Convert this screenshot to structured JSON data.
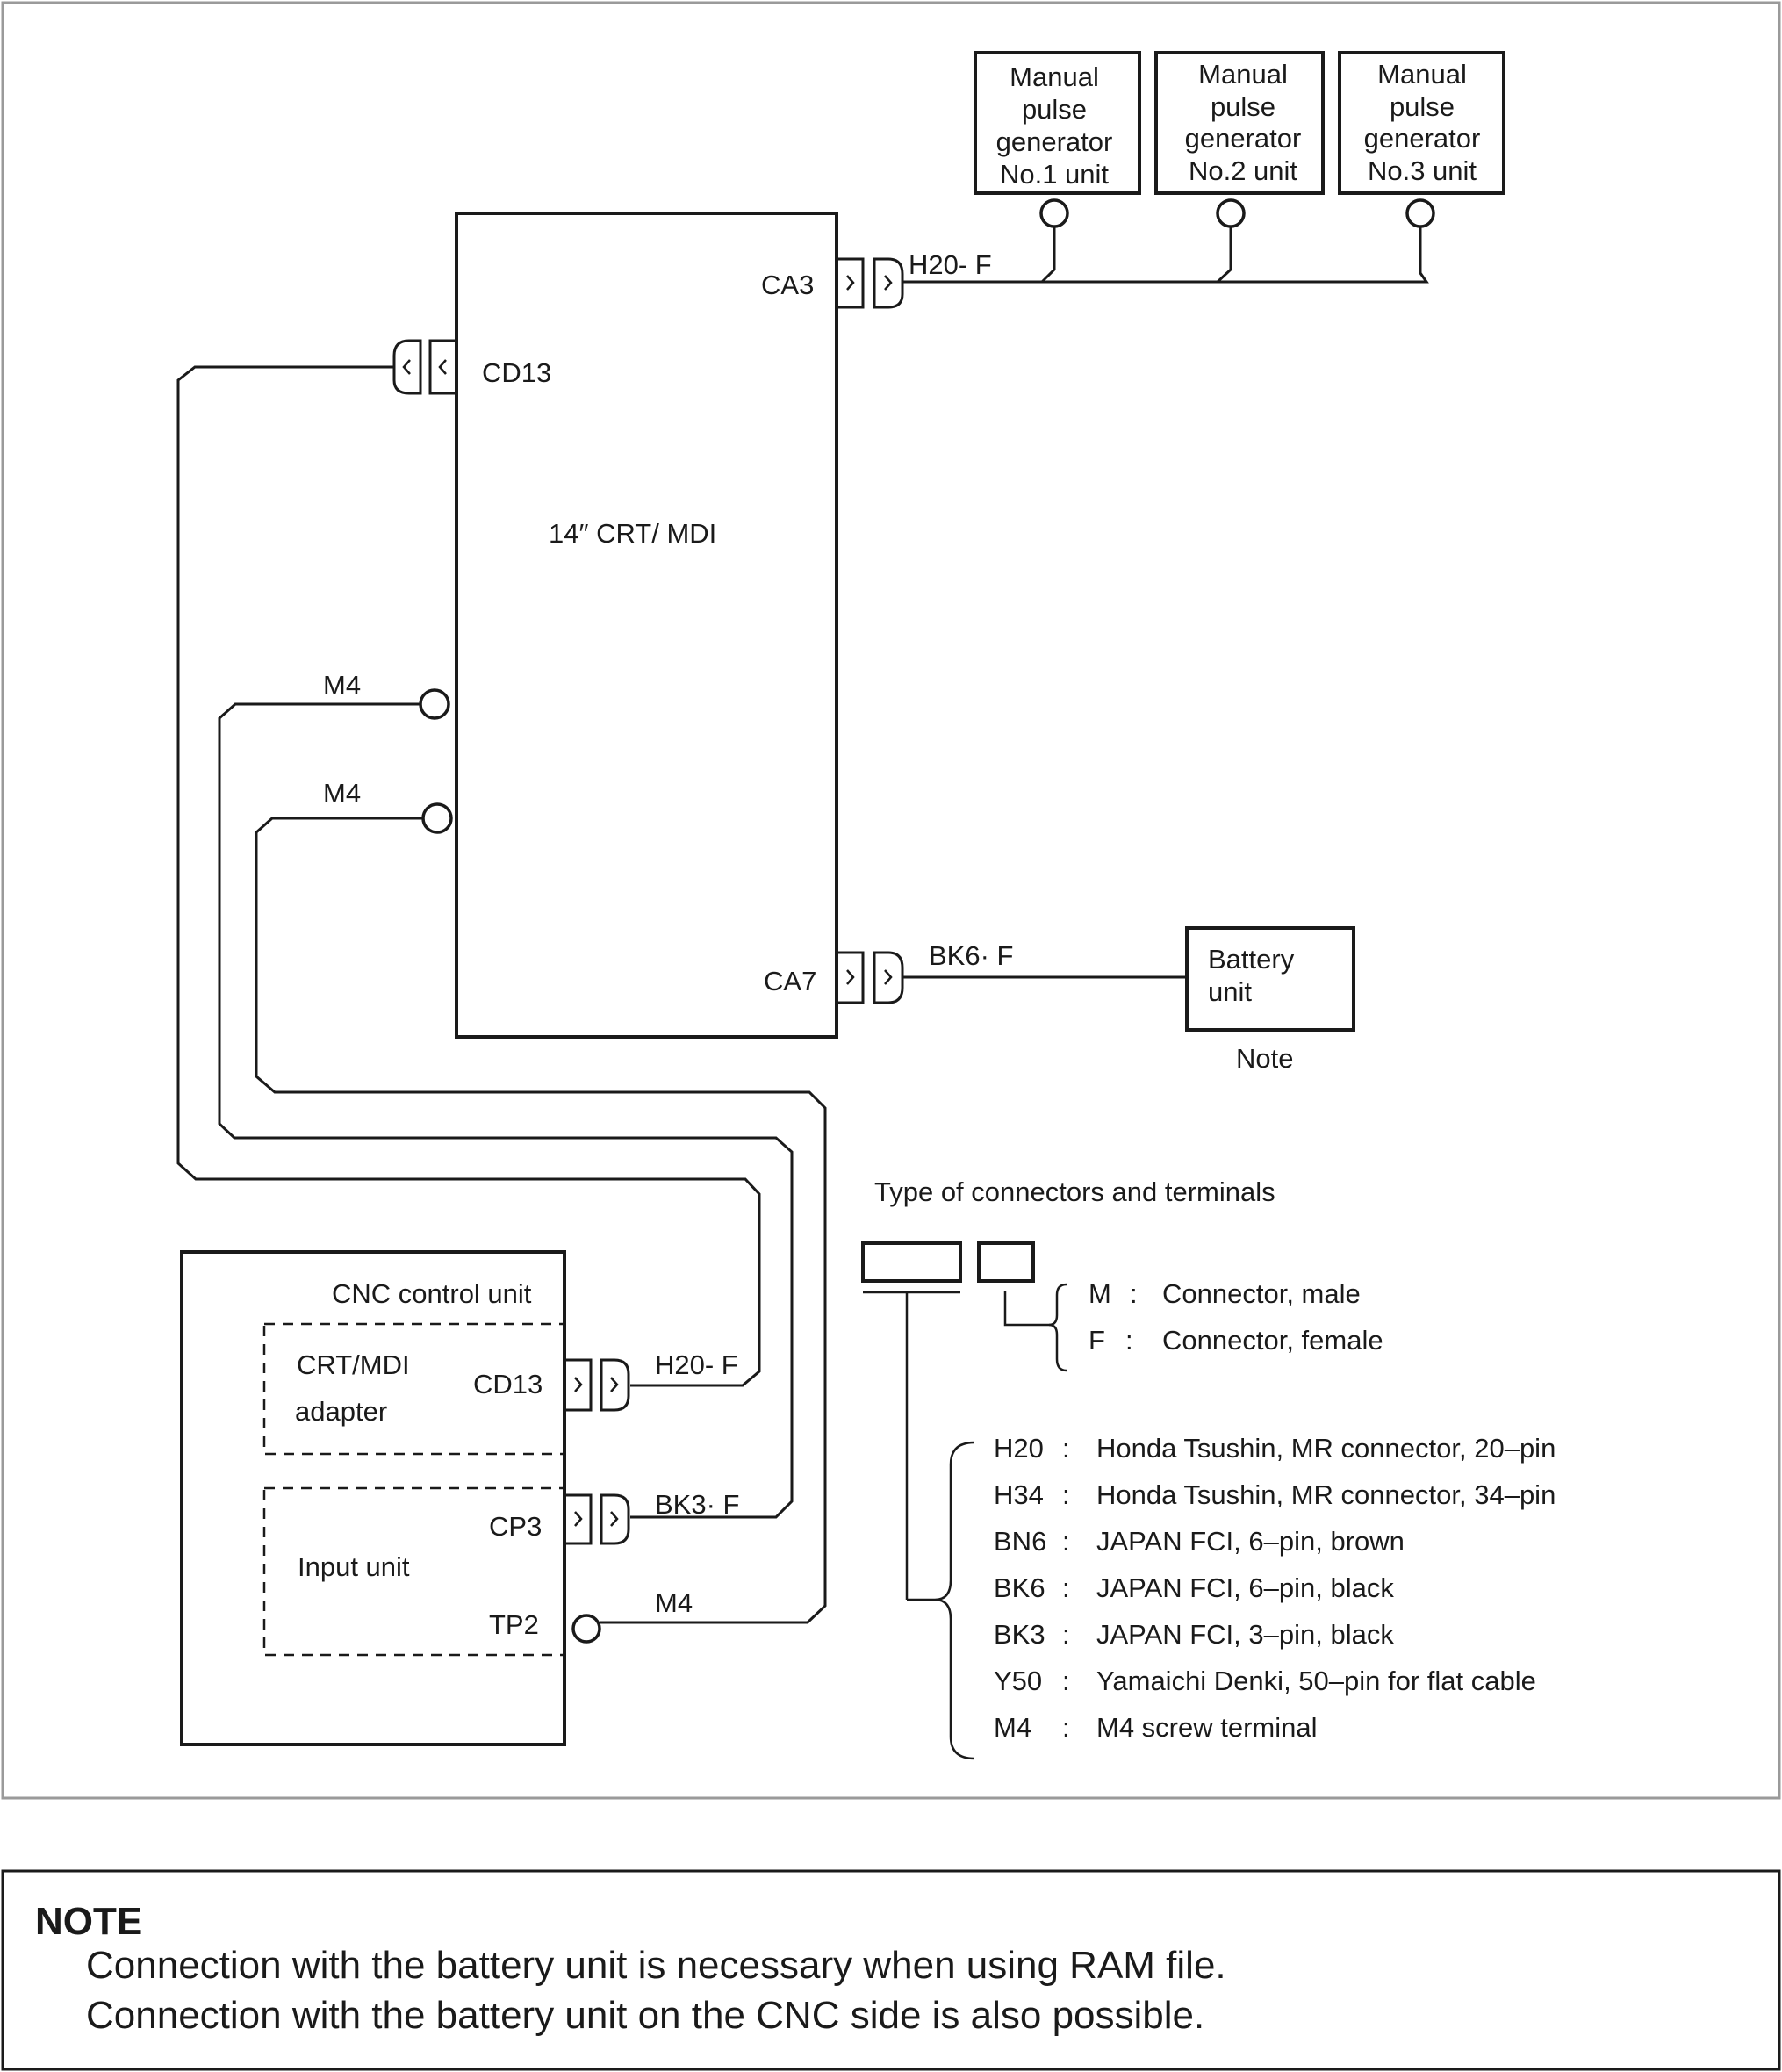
{
  "crt_unit": {
    "label": "14″ CRT/ MDI",
    "cd13": "CD13",
    "ca3": "CA3",
    "ca7": "CA7",
    "m4_a": "M4",
    "m4_b": "M4"
  },
  "pulse_generators": [
    {
      "lines": [
        "Manual",
        "pulse",
        "generator",
        "No.1 unit"
      ]
    },
    {
      "lines": [
        "Manual",
        "pulse",
        "generator",
        "No.2 unit"
      ]
    },
    {
      "lines": [
        "Manual",
        "pulse",
        "generator",
        "No.3 unit"
      ]
    }
  ],
  "cables": {
    "ca3_cable": "H20- F",
    "ca7_cable": "BK6· F",
    "cd13_cable": "H20- F",
    "cp3_cable": "BK3· F",
    "tp2_cable": "M4"
  },
  "battery": {
    "line1": "Battery",
    "line2": "unit",
    "note": "Note"
  },
  "cnc": {
    "title": "CNC control unit",
    "adapter_line1": "CRT/MDI",
    "adapter_line2": "adapter",
    "adapter_port": "CD13",
    "input_unit": "Input unit",
    "cp3": "CP3",
    "tp2": "TP2"
  },
  "legend": {
    "title": "Type of connectors and terminals",
    "gender": [
      {
        "code": "M",
        "sep": ":",
        "desc": "Connector, male"
      },
      {
        "code": "F",
        "sep": ":",
        "desc": "Connector, female"
      }
    ],
    "types": [
      {
        "code": "H20",
        "sep": ":",
        "desc": "Honda Tsushin, MR connector, 20–pin"
      },
      {
        "code": "H34",
        "sep": ":",
        "desc": "Honda Tsushin, MR connector, 34–pin"
      },
      {
        "code": "BN6",
        "sep": ":",
        "desc": "JAPAN FCI, 6–pin, brown"
      },
      {
        "code": "BK6",
        "sep": ":",
        "desc": "JAPAN FCI, 6–pin, black"
      },
      {
        "code": "BK3",
        "sep": ":",
        "desc": "JAPAN FCI, 3–pin, black"
      },
      {
        "code": "Y50",
        "sep": ":",
        "desc": "Yamaichi Denki, 50–pin for flat cable"
      },
      {
        "code": "M4",
        "sep": ":",
        "desc": "M4 screw terminal"
      }
    ]
  },
  "note": {
    "title": "NOTE",
    "lines": [
      "Connection with the battery unit is necessary when using RAM file.",
      "Connection with the battery unit on the CNC side is also possible."
    ]
  }
}
